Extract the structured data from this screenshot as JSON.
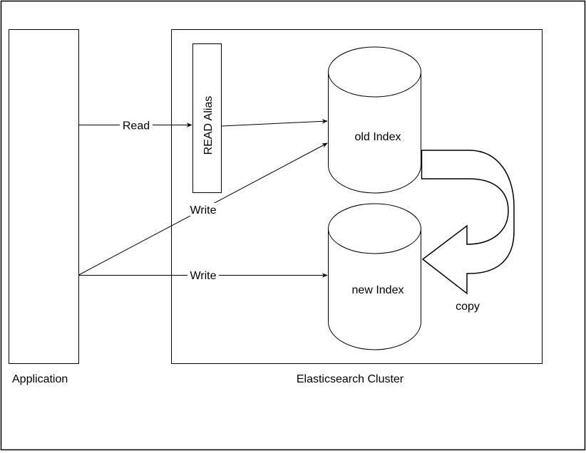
{
  "diagram": {
    "application": {
      "label": "Application"
    },
    "cluster": {
      "label": "Elasticsearch Cluster"
    },
    "read_alias": {
      "label": "READ Alias"
    },
    "old_index": {
      "label": "old Index"
    },
    "new_index": {
      "label": "new Index"
    },
    "edges": {
      "read": "Read",
      "write_old": "Write",
      "write_new": "Write",
      "copy": "copy"
    },
    "colors": {
      "stroke": "#000000",
      "background": "#ffffff"
    }
  }
}
